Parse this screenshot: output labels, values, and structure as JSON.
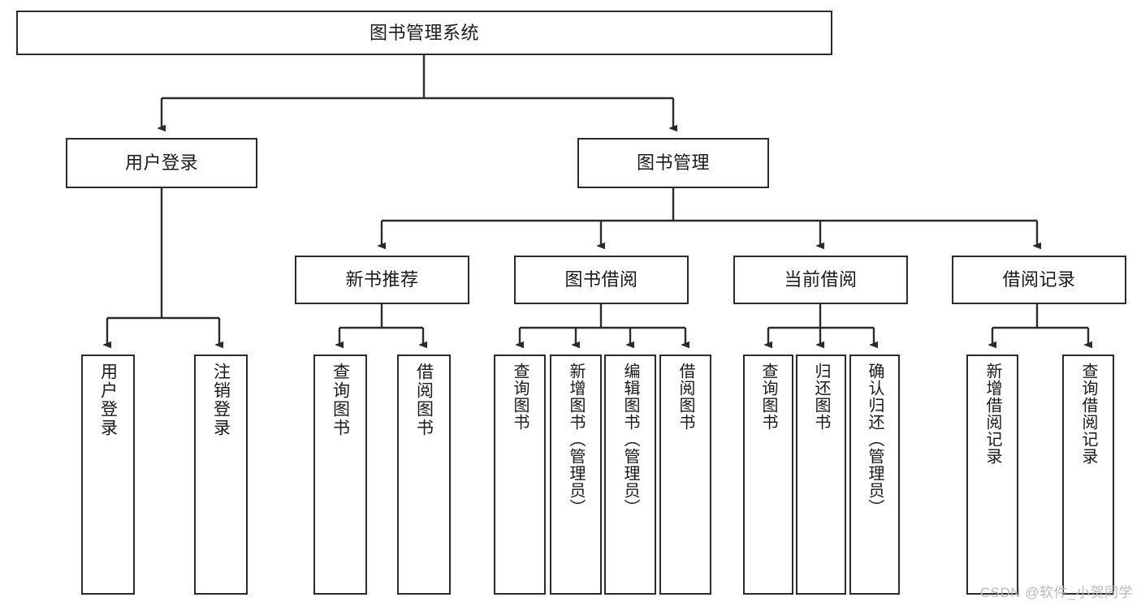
{
  "diagram": {
    "title": "图书管理系统",
    "type": "tree-hierarchy-chart",
    "root": {
      "label": "图书管理系统"
    },
    "level1": [
      {
        "label": "用户登录"
      },
      {
        "label": "图书管理"
      }
    ],
    "level2": [
      {
        "label": "新书推荐"
      },
      {
        "label": "图书借阅"
      },
      {
        "label": "当前借阅"
      },
      {
        "label": "借阅记录"
      }
    ],
    "leaves": {
      "user_login": [
        {
          "label": "用户登录"
        },
        {
          "label": "注销登录"
        }
      ],
      "new_book_recommend": [
        {
          "label": "查询图书"
        },
        {
          "label": "借阅图书"
        }
      ],
      "book_borrow": [
        {
          "label": "查询图书"
        },
        {
          "label": "新增图书（管理员）"
        },
        {
          "label": "编辑图书（管理员）"
        },
        {
          "label": "借阅图书"
        }
      ],
      "current_borrow": [
        {
          "label": "查询图书"
        },
        {
          "label": "归还图书"
        },
        {
          "label": "确认归还（管理员）"
        }
      ],
      "borrow_record": [
        {
          "label": "新增借阅记录"
        },
        {
          "label": "查询借阅记录"
        }
      ]
    }
  },
  "watermark": "CSDN @软件_小贺同学",
  "colors": {
    "stroke": "#2b2b2b",
    "fill": "#ffffff",
    "text": "#1a1a1a",
    "watermark": "#b9b9b9"
  }
}
